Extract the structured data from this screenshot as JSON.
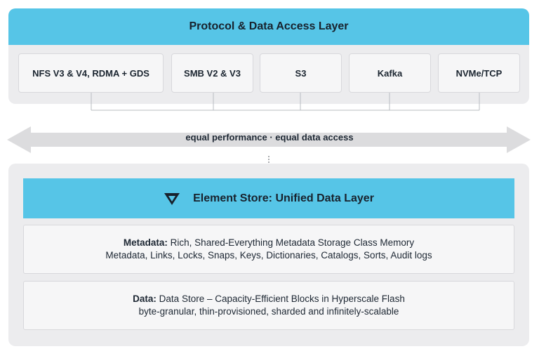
{
  "header": {
    "title": "Protocol & Data Access Layer"
  },
  "protocols": [
    {
      "label": "NFS V3 & V4, RDMA + GDS"
    },
    {
      "label": "SMB V2 & V3"
    },
    {
      "label": "S3"
    },
    {
      "label": "Kafka"
    },
    {
      "label": "NVMe/TCP"
    }
  ],
  "arrow": {
    "label": "equal performance · equal data access"
  },
  "element_store": {
    "title": "Element Store: Unified Data Layer"
  },
  "metadata": {
    "title": "Metadata:",
    "line1_rest": " Rich, Shared-Everything Metadata Storage Class Memory",
    "line2": "Metadata, Links, Locks, Snaps, Keys, Dictionaries, Catalogs, Sorts, Audit logs"
  },
  "data_layer": {
    "title": "Data:",
    "line1_rest": " Data Store – Capacity-Efficient Blocks in Hyperscale Flash",
    "line2": "byte-granular, thin-provisioned, sharded and infinitely-scalable"
  },
  "colors": {
    "accent": "#56c5e7",
    "panel": "#ececee",
    "box": "#f6f6f7",
    "arrow": "#dcdcde"
  }
}
